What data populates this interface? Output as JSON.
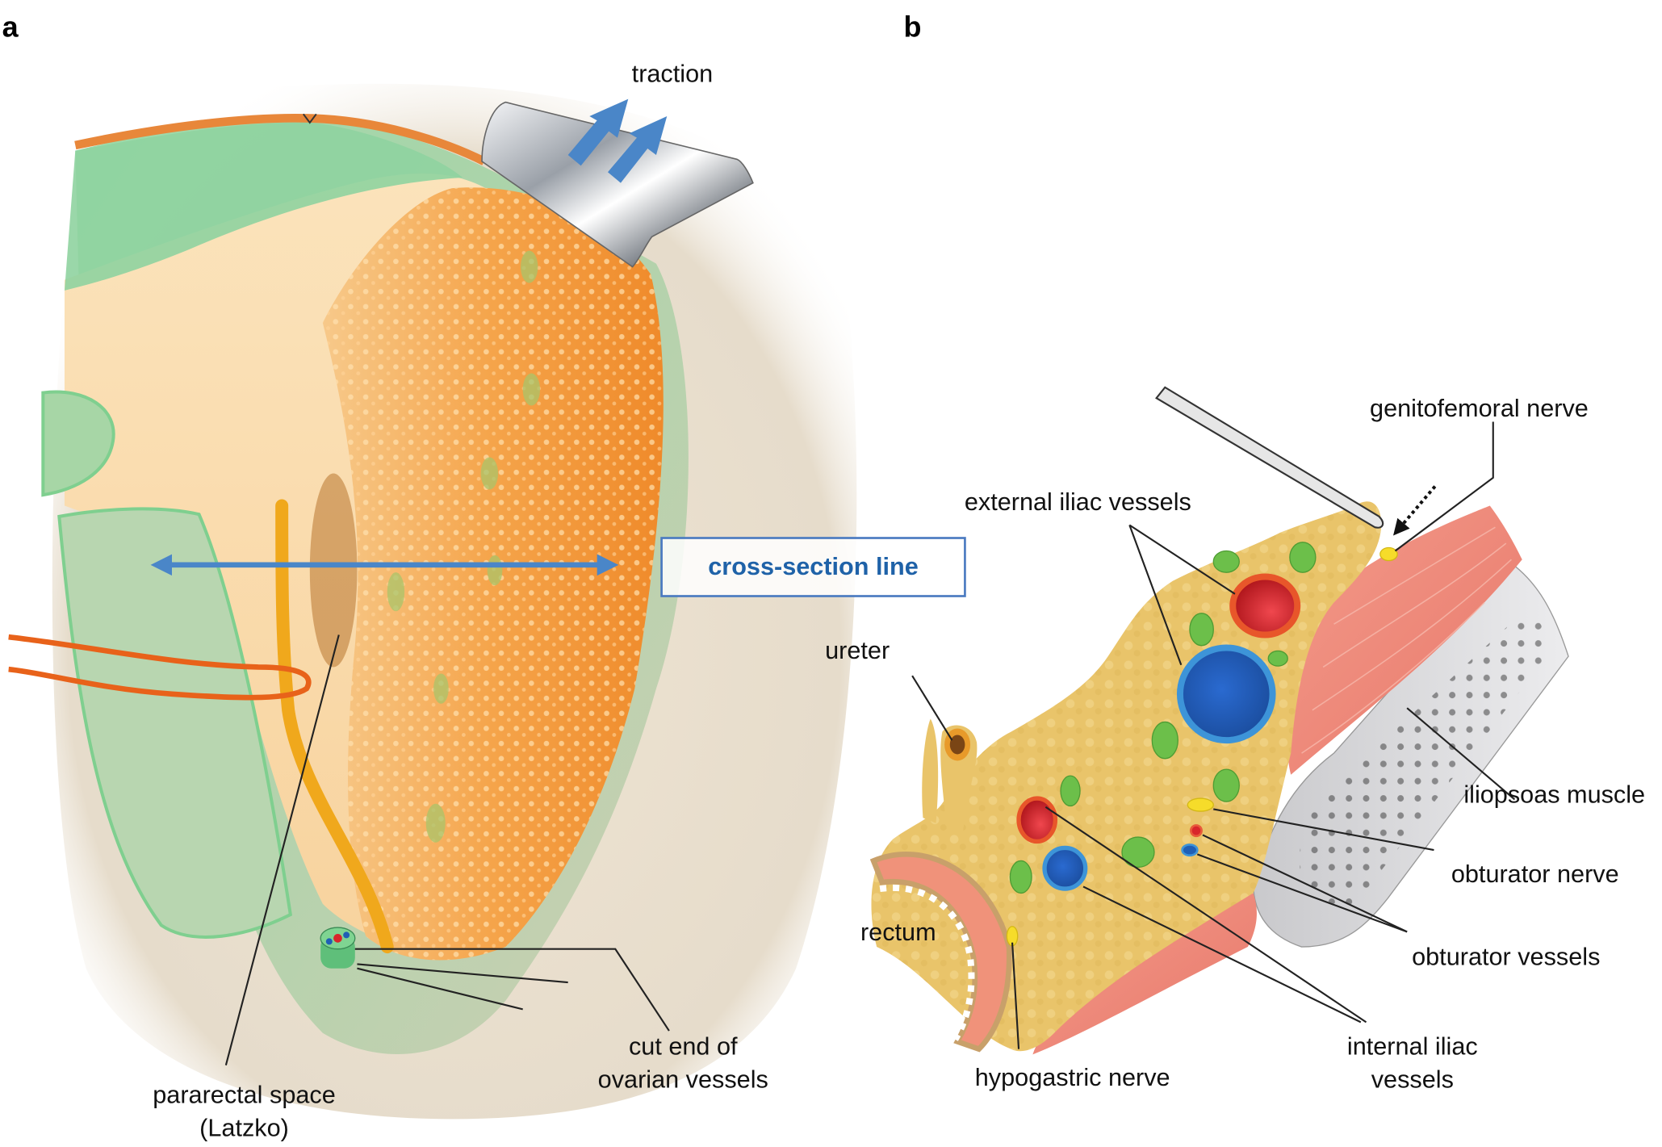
{
  "figure": {
    "panel_a": {
      "letter": "a",
      "labels": {
        "traction": "traction",
        "cross_section": "cross-section line",
        "pararectal_line1": "pararectal space",
        "pararectal_line2": "(Latzko)",
        "ovarian_line1": "cut end of",
        "ovarian_line2": "ovarian vessels"
      }
    },
    "panel_b": {
      "letter": "b",
      "labels": {
        "genitofemoral": "genitofemoral nerve",
        "external_iliac": "external iliac vessels",
        "ureter": "ureter",
        "iliopsoas": "iliopsoas muscle",
        "obturator_nerve": "obturator nerve",
        "rectum": "rectum",
        "obturator_vessels": "obturator vessels",
        "internal_iliac_line1": "internal iliac",
        "internal_iliac_line2": "vessels",
        "hypogastric": "hypogastric nerve"
      }
    },
    "colors": {
      "peritoneum_green": "#7fcf8f",
      "fat_orange": "#f4a040",
      "fat_yellow": "#e9c46a",
      "artery_red": "#d8262b",
      "vein_blue": "#1f5fb5",
      "arrow_blue": "#4a86c8",
      "label_blue": "#1f62a8",
      "muscle_pink": "#ec8a7a",
      "nerve_yellow": "#f6dc2a",
      "lymph_green": "#6cbf4a"
    }
  }
}
